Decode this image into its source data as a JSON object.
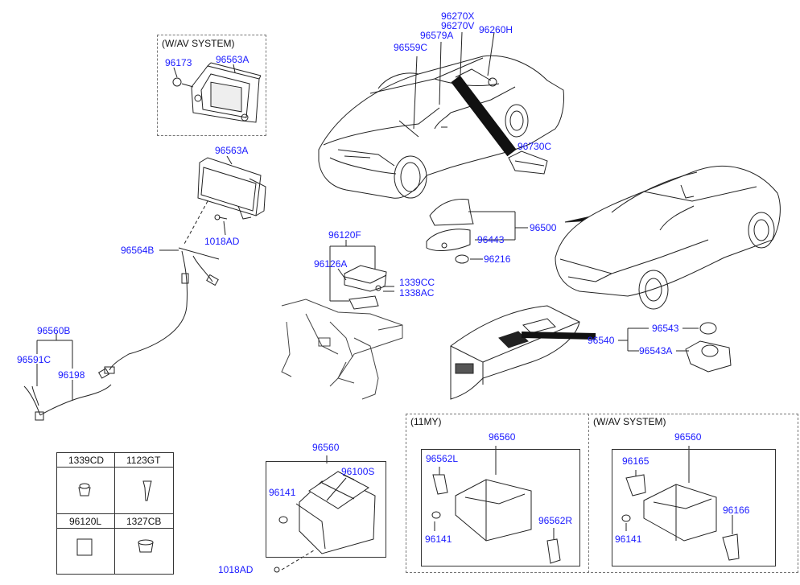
{
  "notes": {
    "wav_system": "(W/AV SYSTEM)",
    "my11": "(11MY)"
  },
  "callouts": {
    "p96173": "96173",
    "p96563A_top": "96563A",
    "p96563A": "96563A",
    "p1018AD_upper": "1018AD",
    "p96564B": "96564B",
    "p96560B": "96560B",
    "p96591C": "96591C",
    "p96198": "96198",
    "p96270X": "96270X",
    "p96270V": "96270V",
    "p96579A": "96579A",
    "p96559C": "96559C",
    "p96260H": "96260H",
    "p96730C": "96730C",
    "p96500": "96500",
    "p96443": "96443",
    "p96216": "96216",
    "p96120F": "96120F",
    "p96126A": "96126A",
    "p1339CC": "1339CC",
    "p1338AC": "1338AC",
    "p96540": "96540",
    "p96543": "96543",
    "p96543A": "96543A",
    "p96560_main": "96560",
    "p96100S": "96100S",
    "p96141_main": "96141",
    "p1018AD_lower": "1018AD",
    "p96560_11my": "96560",
    "p96562L": "96562L",
    "p96562R": "96562R",
    "p96141_11my": "96141",
    "p96560_av": "96560",
    "p96165": "96165",
    "p96166": "96166",
    "p96141_av": "96141"
  },
  "parts_table": {
    "c1": "1339CD",
    "c2": "1123GT",
    "c3": "96120L",
    "c4": "1327CB"
  }
}
